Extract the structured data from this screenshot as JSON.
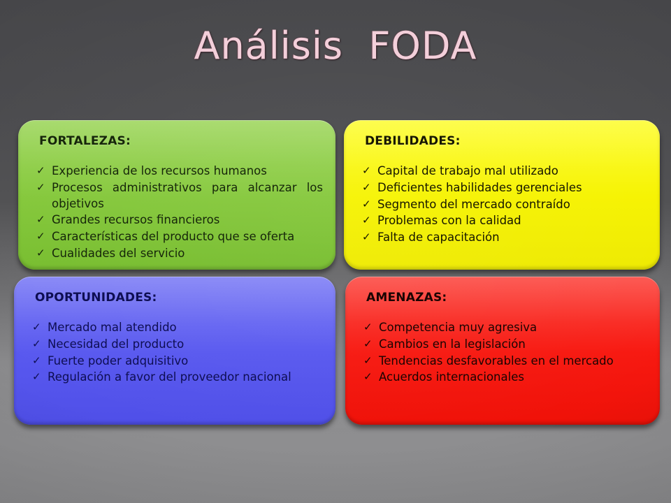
{
  "slide": {
    "title": "Análisis  FODA",
    "background_top_color": "#47474a",
    "background_bottom_color": "#8a8a8c",
    "title_color": "#f3cfda"
  },
  "bullet_glyph": "✓",
  "quadrants": {
    "strengths": {
      "title": "FORTALEZAS:",
      "color": "#86c93c",
      "text_color": "#16260a",
      "items": [
        "Experiencia de los recursos humanos",
        "Procesos administrativos para alcanzar los objetivos",
        "Grandes recursos financieros",
        "Características  del producto que se oferta",
        "Cualidades del servicio"
      ]
    },
    "weaknesses": {
      "title": "DEBILIDADES:",
      "color": "#f7f400",
      "text_color": "#171700",
      "items": [
        "Capital de trabajo mal utilizado",
        "Deficientes habilidades gerenciales",
        "Segmento del mercado contraído",
        "Problemas con la calidad",
        "Falta de capacitación"
      ]
    },
    "opportunities": {
      "title": "OPORTUNIDADES:",
      "color": "#5a5af0",
      "text_color": "#0e0e52",
      "items": [
        "Mercado mal atendido",
        "Necesidad del producto",
        "Fuerte poder adquisitivo",
        "Regulación a favor del proveedor nacional"
      ]
    },
    "threats": {
      "title": "AMENAZAS:",
      "color": "#f81a12",
      "text_color": "#1a0402",
      "items": [
        "Competencia muy agresiva",
        "Cambios en la legislación",
        "Tendencias desfavorables en el mercado",
        "Acuerdos internacionales"
      ]
    }
  }
}
